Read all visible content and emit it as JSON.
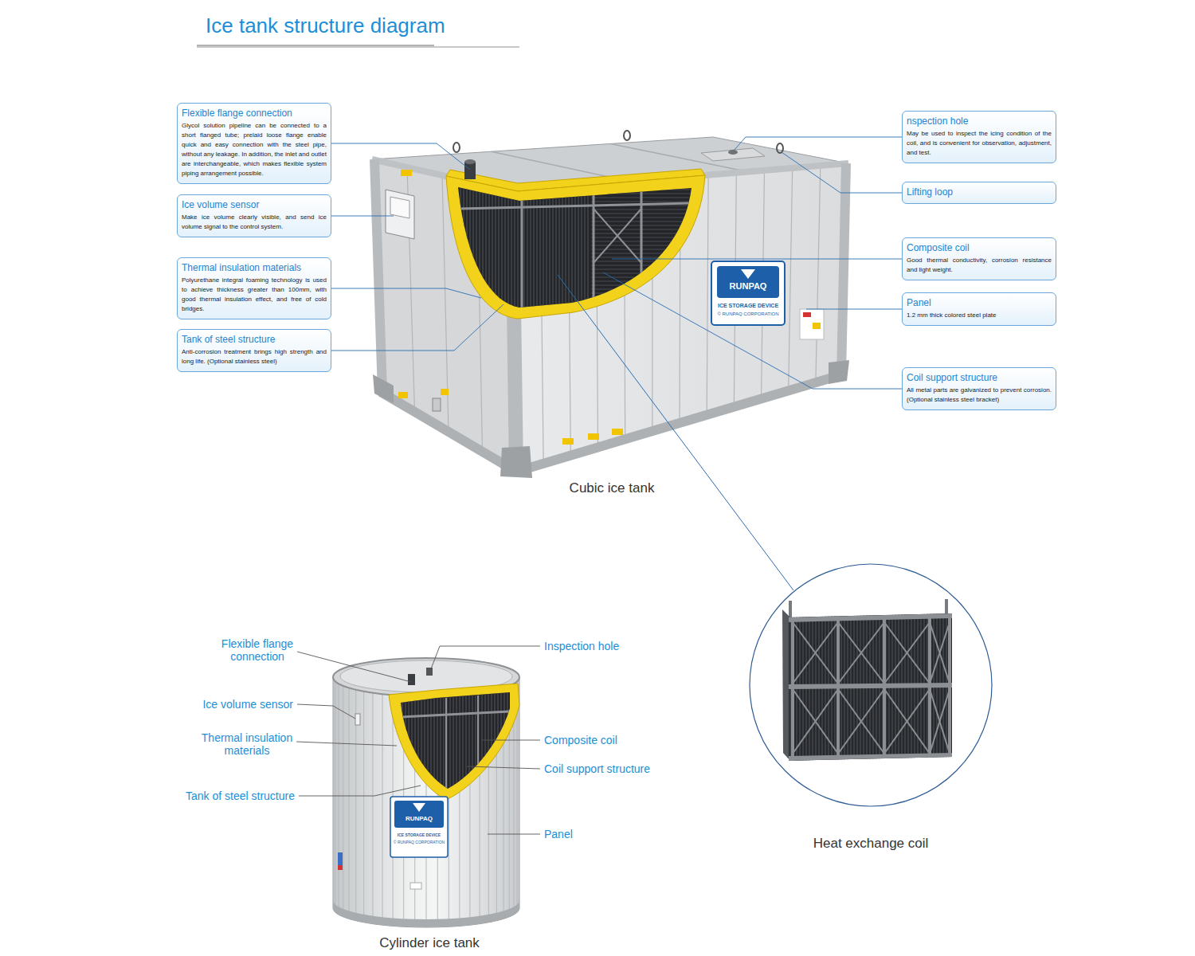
{
  "diagram": {
    "title": "Ice tank structure diagram",
    "nodes": [
      {
        "text": [
          "Flexible flange connection",
          "Glycol solution pipeline can be connected to a short flanged tube; prelaid loose flange enable quick and easy connection with the steel pipe, without any leakage. In addition, the inlet and outlet are interchangeable, which makes flexible system piping arrangement possible."
        ]
      },
      {
        "text": [
          "Ice volume sensor",
          "Make ice volume clearly visible, and send ice volume signal to the control system."
        ]
      },
      {
        "text": [
          "Thermal insulation materials",
          "Polyurethane integral foaming technology is used to achieve thickness greater than 100mm, with good thermal insulation effect, and free of cold bridges."
        ]
      },
      {
        "text": [
          "Tank of steel structure",
          "Anti-corrosion treatment brings high strength and long life. (Optional stainless steel)"
        ]
      },
      {
        "text": [
          "nspection hole",
          "May be used to inspect the icing condition of the coil, and is convenient for observation, adjustment, and test."
        ]
      },
      {
        "text": [
          "Lifting loop"
        ]
      },
      {
        "text": [
          "Composite coil",
          "Good thermal conductivity, corrosion resistance and light weight."
        ]
      },
      {
        "text": [
          "Panel",
          "1.2 mm thick colored steel plate"
        ]
      },
      {
        "text": [
          "Coil support structure",
          "All metal parts are galvanized to prevent corrosion. (Optional stainless steel bracket)"
        ]
      },
      {
        "text": [
          "Heat exchange coil"
        ]
      }
    ],
    "labels": [
      "RUNPAQ",
      "ICE STORAGE DEVICE",
      "© RUNPAQ CORPORATION",
      "Cubic ice tank",
      "Flexible flange connection",
      "Inspection hole",
      "Ice volume sensor",
      "Thermal insulation materials",
      "Composite coil",
      "Coil support structure",
      "Tank of steel structure",
      "RUNPAQ",
      "ICE STORAGE DEVICE",
      "© RUNPAQ CORPORATION",
      "Panel",
      "Cylinder ice tank"
    ]
  }
}
